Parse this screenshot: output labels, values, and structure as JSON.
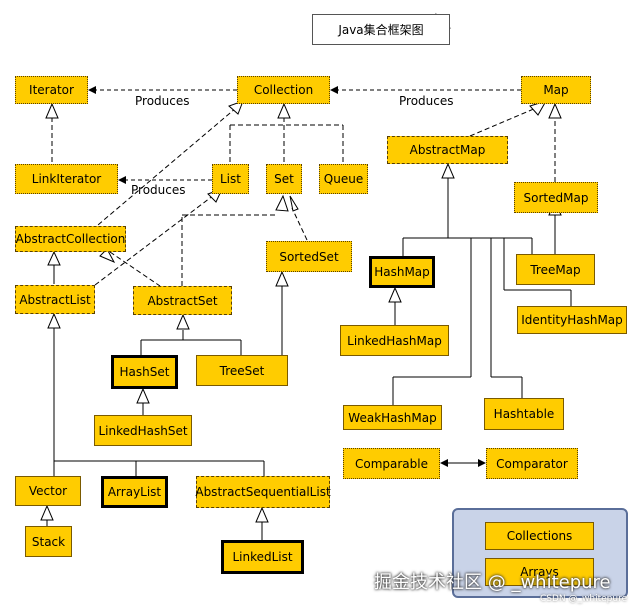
{
  "title": "Java集合框架图",
  "nodes": {
    "iterator": "Iterator",
    "collection": "Collection",
    "map": "Map",
    "list_iterator": "LinkIterator",
    "list": "List",
    "set": "Set",
    "queue": "Queue",
    "abstract_map": "AbstractMap",
    "sorted_map": "SortedMap",
    "abstract_collection": "AbstractCollection",
    "sorted_set": "SortedSet",
    "abstract_list": "AbstractList",
    "abstract_set": "AbstractSet",
    "hash_map": "HashMap",
    "tree_map": "TreeMap",
    "identity_hash_map": "IdentityHashMap",
    "linked_hash_map": "LinkedHashMap",
    "hash_set": "HashSet",
    "tree_set": "TreeSet",
    "linked_hash_set": "LinkedHashSet",
    "weak_hash_map": "WeakHashMap",
    "hashtable": "Hashtable",
    "comparable": "Comparable",
    "comparator": "Comparator",
    "vector": "Vector",
    "array_list": "ArrayList",
    "abstract_sequential_list": "AbstractSequentialList",
    "stack": "Stack",
    "linked_list": "LinkedList",
    "collections": "Collections",
    "arrays": "Arrays"
  },
  "edge_labels": {
    "produces_iterator": "Produces",
    "produces_map": "Produces",
    "produces_list": "Produces"
  },
  "watermark": {
    "main": "掘金技术社区 @ _whitepure",
    "sub": "CSDN @_whitepure"
  },
  "colors": {
    "node_fill": "#ffcc00",
    "legend_panel": "#c9d3e8"
  }
}
